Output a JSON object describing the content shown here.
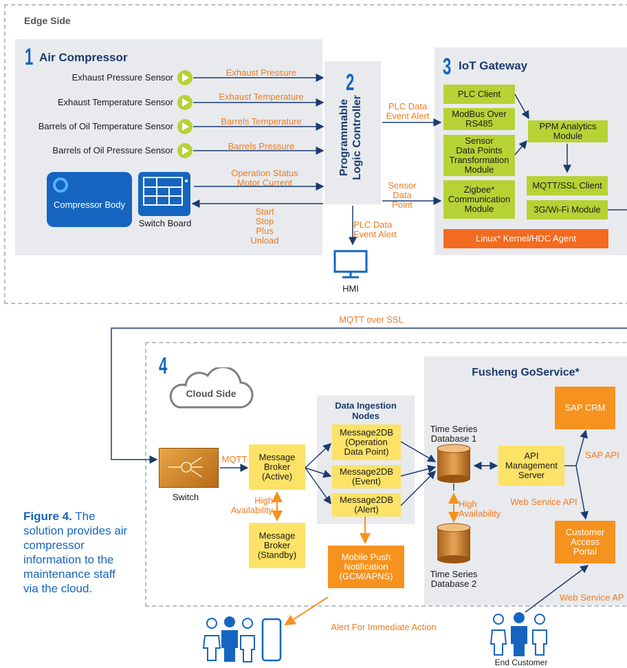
{
  "edge": {
    "label": "Edge Side",
    "compressor": {
      "number": "1",
      "title": "Air Compressor",
      "sensors": [
        "Exhaust Pressure Sensor",
        "Exhaust Temperature Sensor",
        "Barrels of Oil Temperature Sensor",
        "Barrels of Oil Pressure Sensor"
      ],
      "body_label": "Compressor Body",
      "switchboard_label": "Switch Board"
    },
    "signals": [
      "Exhaust Pressure",
      "Exhaust Temperature",
      "Barrels Temperature",
      "Barrels Pressure"
    ],
    "status_signal": [
      "Operation Status",
      "Motor Current"
    ],
    "control_signal": [
      "Start",
      "Stop",
      "Plus",
      "Unload"
    ],
    "plc": {
      "number": "2",
      "title": [
        "Programmable",
        "Logic Controller"
      ]
    },
    "plc_to_gateway_top": [
      "PLC Data",
      "Event Alert"
    ],
    "plc_to_gateway_bottom": [
      "Sensor",
      "Data Point"
    ],
    "plc_to_hmi": [
      "PLC Data",
      "Event Alert"
    ],
    "hmi_label": "HMI",
    "gateway": {
      "number": "3",
      "title": "IoT Gateway",
      "plc_client": "PLC Client",
      "modbus": [
        "ModBus Over",
        "RS485"
      ],
      "transform": [
        "Sensor",
        "Data Points",
        "Transformation",
        "Module"
      ],
      "zigbee": [
        "Zigbee*",
        "Communication",
        "Module"
      ],
      "ppm": [
        "PPM Analytics",
        "Module"
      ],
      "mqtt_client": "MQTT/SSL Client",
      "wifi": "3G/Wi-Fi Module",
      "kernel": "Linux* Kernel/HDC Agent"
    }
  },
  "link_label": "MQTT over SSL",
  "cloud": {
    "number": "4",
    "label": "Cloud Side",
    "switch_label": "Switch",
    "mqtt_label": "MQTT",
    "broker_active": [
      "Message",
      "Broker",
      "(Active)"
    ],
    "broker_standby": [
      "Message",
      "Broker",
      "(Standby)"
    ],
    "ha_label_1": [
      "High",
      "Availability"
    ],
    "ingestion_title": [
      "Data Ingestion",
      "Nodes"
    ],
    "m2db_op": [
      "Message2DB",
      "(Operation",
      "Data Point)"
    ],
    "m2db_event": [
      "Message2DB",
      "(Event)"
    ],
    "m2db_alert": [
      "Message2DB",
      "(Alert)"
    ],
    "push": [
      "Mobile Push",
      "Notification",
      "(GCM/APNS)"
    ],
    "tsdb1": [
      "Time Series",
      "Database 1"
    ],
    "tsdb2": [
      "Time Series",
      "Database 2"
    ],
    "ha_label_2": [
      "High",
      "Availability"
    ],
    "goservice_title": "Fusheng GoService*",
    "sap_crm": "SAP CRM",
    "api_server": [
      "API",
      "Management",
      "Server"
    ],
    "sap_api": "SAP API",
    "ws_api": "Web Service API",
    "portal": [
      "Customer",
      "Access",
      "Portal"
    ],
    "ws_api_2": "Web Service AP"
  },
  "figure": {
    "label": "Figure 4.",
    "caption": "The solution provides air compressor information to the maintenance staff via the cloud."
  },
  "alert_label": "Alert For Immediate Action",
  "end_customer": "End Customer",
  "colors": {
    "blue": "#1565c0",
    "green": "#b5d334",
    "yellow": "#fce267",
    "orange": "#f6921e",
    "arrow": "#1a3b6e",
    "orange_text": "#f07b22"
  }
}
